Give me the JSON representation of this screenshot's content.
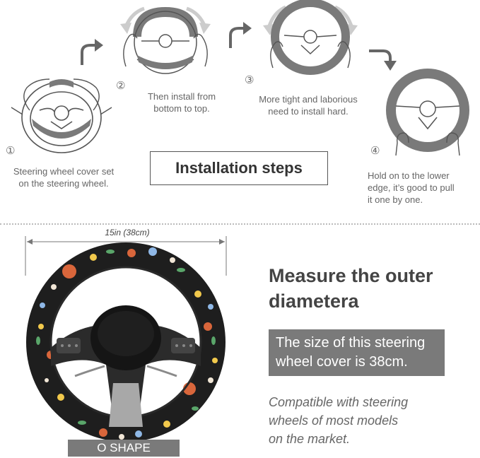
{
  "steps": [
    {
      "number": "①",
      "text_lines": [
        "Steering wheel cover set",
        "on the steering wheel."
      ]
    },
    {
      "number": "②",
      "text_lines": [
        "Then install from",
        "bottom to top."
      ]
    },
    {
      "number": "③",
      "text_lines": [
        "More tight and laborious",
        "need to install hard."
      ]
    },
    {
      "number": "④",
      "text_lines": [
        "Hold on to the lower",
        "edge, it’s good to pull",
        "it one by one."
      ]
    }
  ],
  "install_title": "Installation steps",
  "dimension_label": "15in (38cm)",
  "measure": {
    "title_lines": [
      "Measure the outer",
      "diametera"
    ],
    "size_lines": [
      "The size of this steering",
      "wheel cover is 38cm."
    ],
    "compat_lines": [
      "Compatible with steering",
      "wheels of most models",
      "on the market."
    ]
  },
  "shape_label": "O SHAPE",
  "colors": {
    "cover_gray": "#7a7a7a",
    "cover_dark": "#1e1e1e",
    "text": "#666666"
  },
  "icons": [
    "hands-icon",
    "curved-arrow-icon",
    "steering-wheel-icon"
  ]
}
